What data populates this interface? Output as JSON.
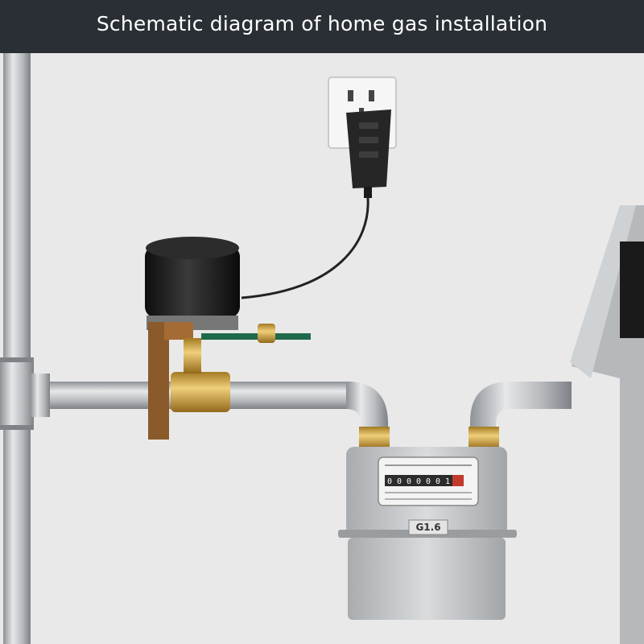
{
  "header": {
    "title": "Schematic diagram of home gas installation"
  },
  "meter": {
    "model_label": "G1.6",
    "counter_digits": "0000001"
  },
  "icons": {
    "outlet": "wall-outlet-icon",
    "adapter": "power-adapter-icon",
    "valve": "gas-valve-actuator-icon",
    "meter": "gas-meter-icon"
  },
  "colors": {
    "header_bg": "#2a2f35",
    "wall": "#e9e9e9",
    "pipe": "#b9bcc0",
    "brass": "#c79a36",
    "valve_head": "#1c1c1c",
    "handle": "#1f6a4a"
  }
}
